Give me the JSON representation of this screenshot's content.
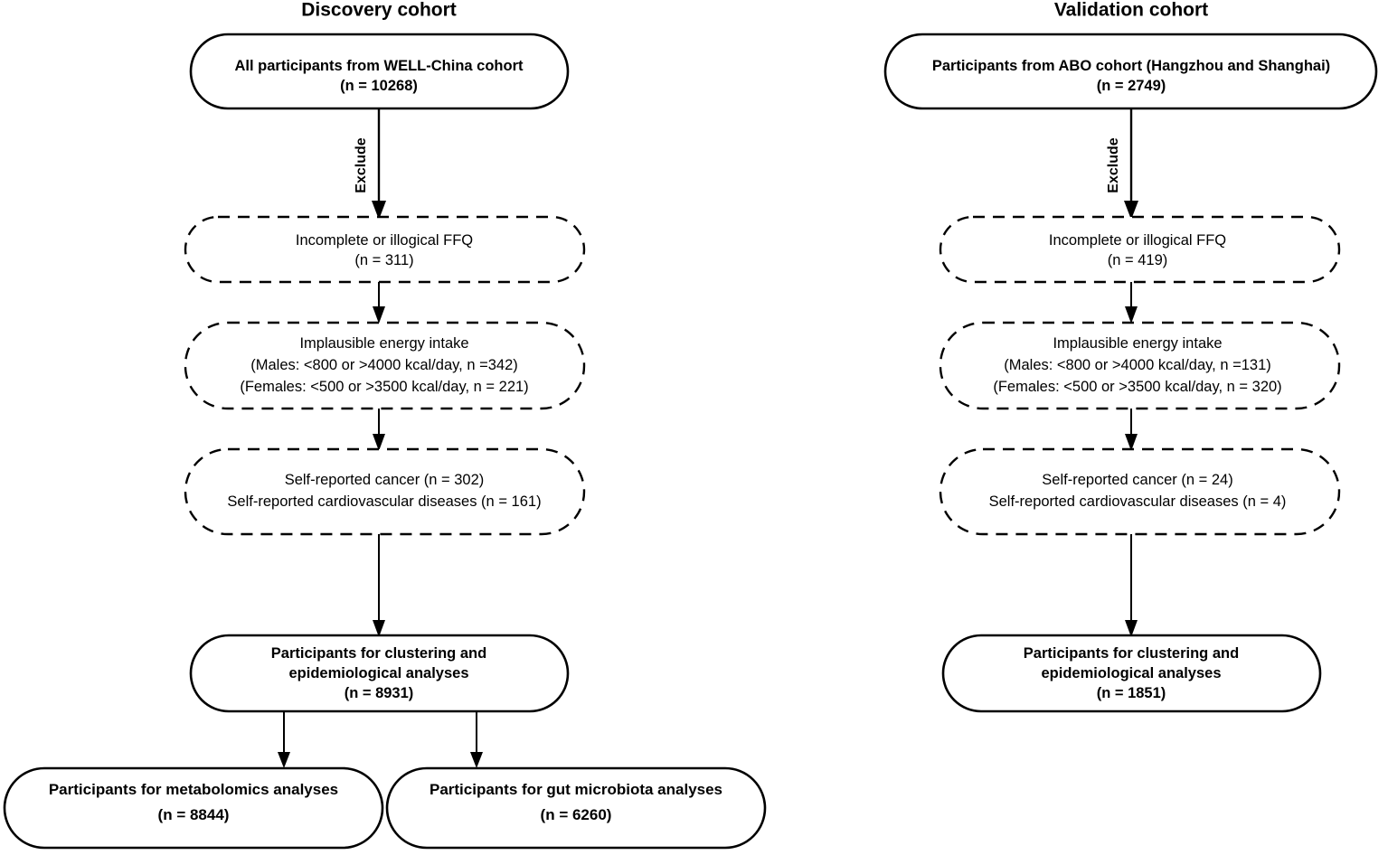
{
  "figure": {
    "type": "flowchart",
    "description": "Participant selection flow diagram for discovery and validation cohorts"
  },
  "columns": [
    {
      "id": "discovery",
      "title": "Discovery cohort",
      "source_box": {
        "line1": "All participants from WELL-China cohort",
        "line2": "(n = 10268)"
      },
      "exclude_label": "Exclude",
      "exclusions": [
        {
          "id": "ffq",
          "lines": [
            "Incomplete or illogical FFQ",
            "(n = 311)"
          ]
        },
        {
          "id": "energy",
          "lines": [
            "Implausible energy intake",
            "(Males: <800 or >4000 kcal/day, n =342)",
            "(Females: <500 or >3500 kcal/day, n = 221)"
          ]
        },
        {
          "id": "disease",
          "lines": [
            "Self-reported cancer (n = 302)",
            "Self-reported cardiovascular diseases (n = 161)"
          ]
        }
      ],
      "analysis_box": {
        "line1": "Participants for clustering and",
        "line2": "epidemiological analyses",
        "line3": "(n = 8931)"
      },
      "sub_boxes": [
        {
          "id": "metabolomics",
          "line1": "Participants for metabolomics analyses",
          "line2": "(n = 8844)"
        },
        {
          "id": "microbiota",
          "line1": "Participants for gut microbiota analyses",
          "line2": "(n = 6260)"
        }
      ]
    },
    {
      "id": "validation",
      "title": "Validation cohort",
      "source_box": {
        "line1": "Participants  from ABO cohort (Hangzhou and Shanghai)",
        "line2": "(n = 2749)"
      },
      "exclude_label": "Exclude",
      "exclusions": [
        {
          "id": "ffq",
          "lines": [
            "Incomplete or illogical FFQ",
            "(n = 419)"
          ]
        },
        {
          "id": "energy",
          "lines": [
            "Implausible energy intake",
            "(Males: <800 or >4000 kcal/day, n =131)",
            "(Females: <500 or >3500 kcal/day, n = 320)"
          ]
        },
        {
          "id": "disease",
          "lines": [
            "Self-reported cancer (n = 24)",
            "Self-reported cardiovascular diseases (n = 4)"
          ]
        }
      ],
      "analysis_box": {
        "line1": "Participants for clustering and",
        "line2": "epidemiological analyses",
        "line3": "(n = 1851)"
      },
      "sub_boxes": []
    }
  ],
  "colors": {
    "stroke": "#000000",
    "fill": "#ffffff",
    "text": "#000000"
  }
}
